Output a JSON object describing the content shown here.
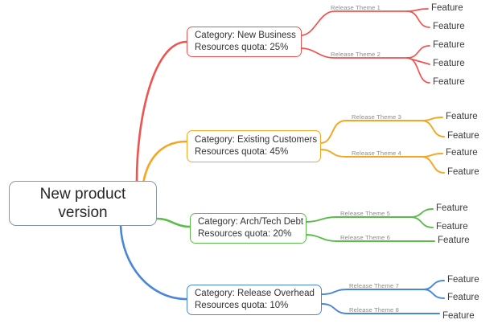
{
  "diagram": {
    "title_node": {
      "lines": [
        "New product",
        "version"
      ]
    },
    "colors": {
      "root_border": "#8a96a8",
      "new_business": "#ef5350",
      "existing_customers": "#f5a623",
      "arch_tech_debt": "#5cbc4b",
      "release_overhead": "#4a86d8",
      "theme_text": "#8c8c8c",
      "feature_text": "#3b3b3b"
    },
    "feature_label": "Feature",
    "branches": [
      {
        "id": "new-business",
        "color": "#ef5350",
        "category_lines": [
          "Category: New Business",
          "Resources quota: 25%"
        ],
        "themes": [
          {
            "label": "Release Theme 1",
            "features": [
              "Feature",
              "Feature"
            ]
          },
          {
            "label": "Release Theme 2",
            "features": [
              "Feature",
              "Feature",
              "Feature"
            ]
          }
        ]
      },
      {
        "id": "existing-customers",
        "color": "#f5a623",
        "category_lines": [
          "Category: Existing Customers",
          "Resources quota: 45%"
        ],
        "themes": [
          {
            "label": "Release Theme 3",
            "features": [
              "Feature",
              "Feature"
            ]
          },
          {
            "label": "Release Theme 4",
            "features": [
              "Feature",
              "Feature"
            ]
          }
        ]
      },
      {
        "id": "arch-tech-debt",
        "color": "#5cbc4b",
        "category_lines": [
          "Category: Arch/Tech Debt",
          "Resources quota: 20%"
        ],
        "themes": [
          {
            "label": "Release Theme 5",
            "features": [
              "Feature",
              "Feature"
            ]
          },
          {
            "label": "Release Theme 6",
            "features": [
              "Feature"
            ]
          }
        ]
      },
      {
        "id": "release-overhead",
        "color": "#4a86d8",
        "category_lines": [
          "Category: Release Overhead",
          "Resources quota: 10%"
        ],
        "themes": [
          {
            "label": "Release Theme 7",
            "features": [
              "Feature",
              "Feature"
            ]
          },
          {
            "label": "Release Theme 8",
            "features": [
              "Feature"
            ]
          }
        ]
      }
    ]
  }
}
